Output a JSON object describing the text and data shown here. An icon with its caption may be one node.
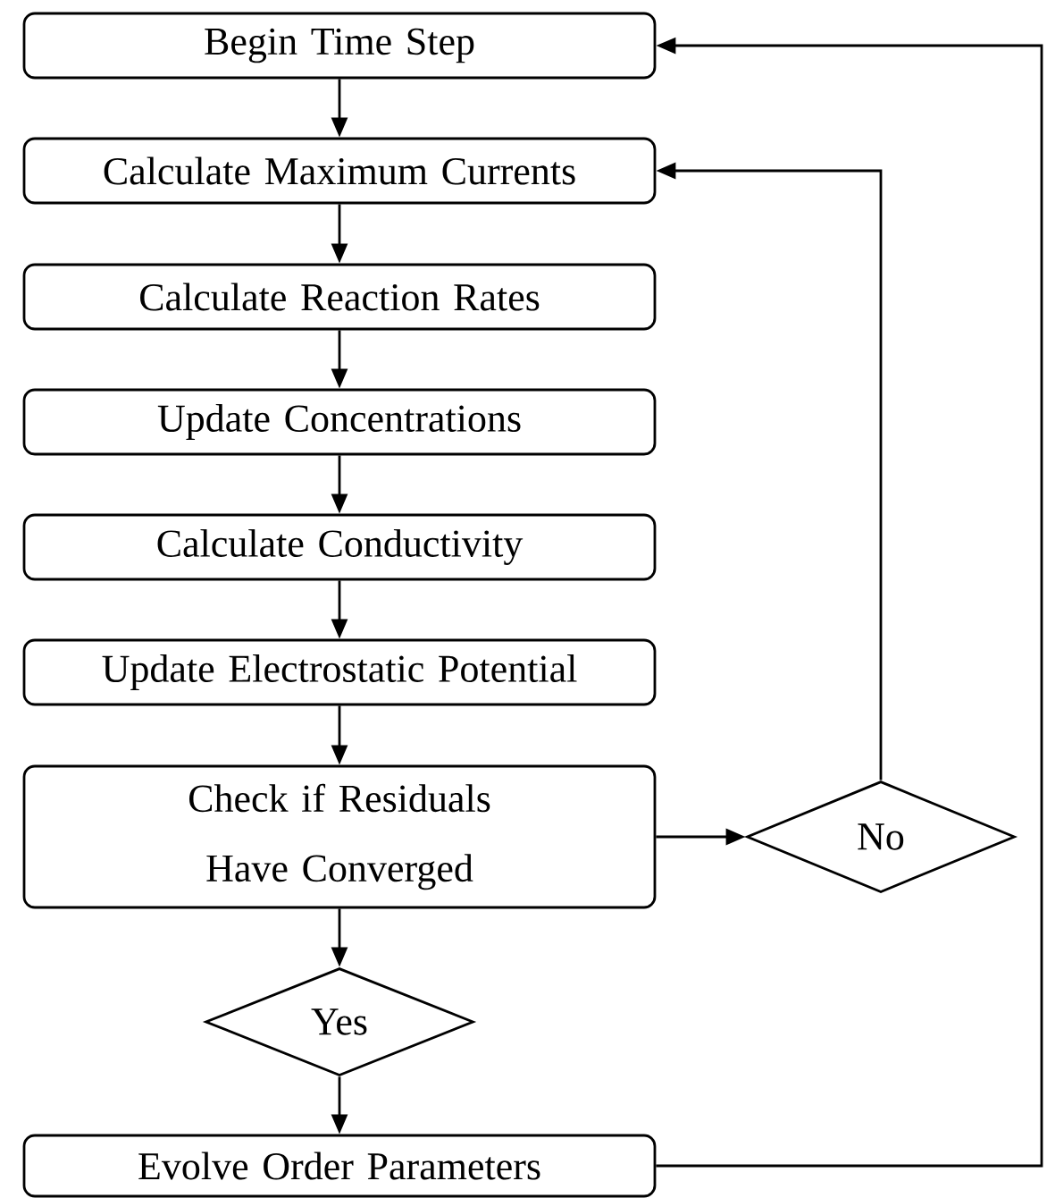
{
  "diagram": {
    "nodes": [
      {
        "text": [
          "Begin Time Step"
        ]
      },
      {
        "text": [
          "Calculate Maximum Currents"
        ]
      },
      {
        "text": [
          "Calculate Reaction Rates"
        ]
      },
      {
        "text": [
          "Update Concentrations"
        ]
      },
      {
        "text": [
          "Calculate Conductivity"
        ]
      },
      {
        "text": [
          "Update Electrostatic Potential"
        ]
      },
      {
        "text": [
          "Check if Residuals Have Converged"
        ]
      },
      {
        "text": [
          "No"
        ]
      },
      {
        "text": [
          "Yes"
        ]
      },
      {
        "text": [
          "Evolve Order Parameters"
        ]
      }
    ],
    "edges": [
      {
        "from": 0,
        "to": 1,
        "arrow": "to"
      },
      {
        "from": 1,
        "to": 2,
        "arrow": "to"
      },
      {
        "from": 2,
        "to": 3,
        "arrow": "to"
      },
      {
        "from": 3,
        "to": 4,
        "arrow": "to"
      },
      {
        "from": 4,
        "to": 5,
        "arrow": "to"
      },
      {
        "from": 5,
        "to": 6,
        "arrow": "to"
      },
      {
        "from": 6,
        "to": 7,
        "arrow": "to"
      },
      {
        "from": 7,
        "to": 1,
        "arrow": "to"
      },
      {
        "from": 6,
        "to": 8,
        "arrow": "to"
      },
      {
        "from": 8,
        "to": 9,
        "arrow": "to"
      },
      {
        "from": 9,
        "to": 0,
        "arrow": "to"
      }
    ]
  }
}
